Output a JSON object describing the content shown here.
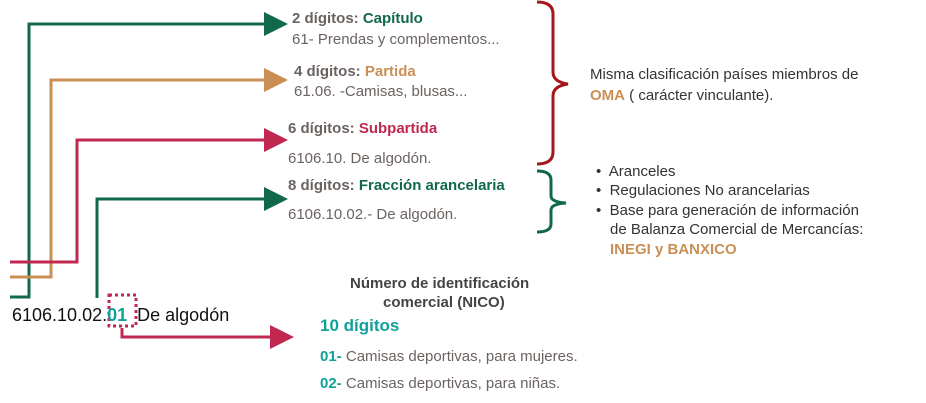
{
  "colors": {
    "capitulo": "#12684c",
    "partida": "#c98f55",
    "subpartida": "#c0284f",
    "fraccion": "#12684c",
    "brace_red": "#a3161c",
    "brace_green": "#12684c",
    "nico": "#12a19a",
    "text": "#6b6360"
  },
  "levels": [
    {
      "digits": "2 dígitos:",
      "name": "Capítulo",
      "example": "61- Prendas y complementos..."
    },
    {
      "digits": "4 dígitos:",
      "name": "Partida",
      "example": "61.06. -Camisas, blusas..."
    },
    {
      "digits": "6 dígitos:",
      "name": "Subpartida",
      "example": "6106.10. De algodón."
    },
    {
      "digits": "8 dígitos:",
      "name": "Fracción arancelaria",
      "example": "6106.10.02.- De algodón."
    }
  ],
  "oma_note": {
    "line1": "Misma clasificación países miembros de",
    "oma": "OMA",
    "line2": "( carácter vinculante)."
  },
  "bullets": {
    "items": [
      "Aranceles",
      "Regulaciones No arancelarias",
      "Base para generación de información",
      "de Balanza Comercial de Mercancías:"
    ],
    "highlight": "INEGI y BANXICO"
  },
  "code": {
    "base": "6106.10.02.",
    "nico": "01",
    "desc": "De algodón"
  },
  "nico": {
    "title1": "Número de identificación",
    "title2": "comercial (NICO)",
    "digits": "10 dígitos",
    "items": [
      {
        "code": "01-",
        "desc": "Camisas deportivas, para mujeres."
      },
      {
        "code": "02-",
        "desc": "Camisas deportivas, para niñas."
      }
    ]
  }
}
